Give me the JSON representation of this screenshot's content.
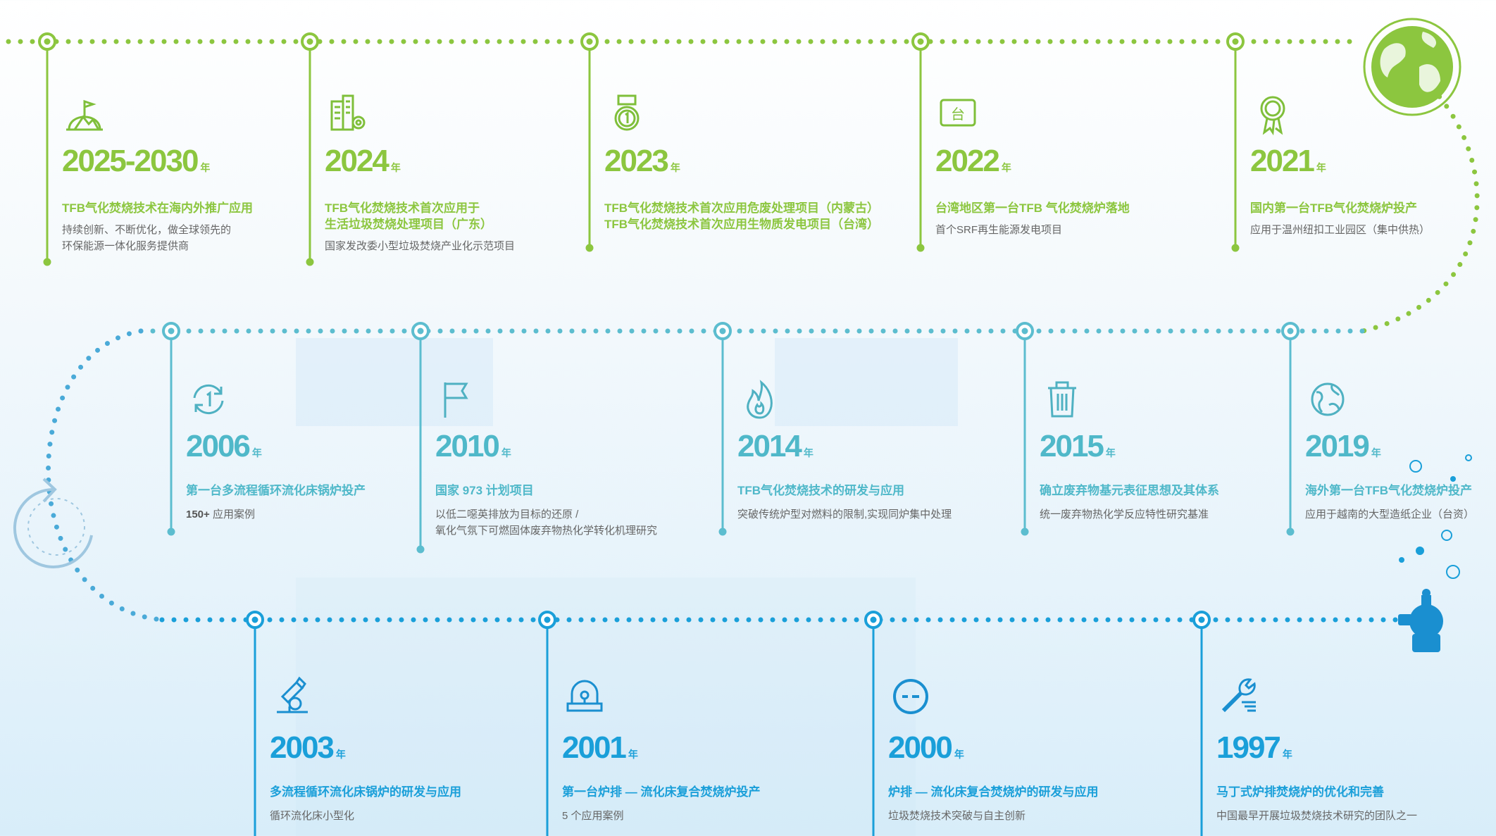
{
  "colors": {
    "green": "#8cc63f",
    "teal": "#4fb8c9",
    "blue": "#1a9fd9"
  },
  "row1": [
    {
      "year": "2025-2030",
      "unit": "年",
      "title": "TFB气化焚烧技术在海内外推广应用",
      "desc": "持续创新、不断优化，做全球领先的\n环保能源一体化服务提供商",
      "icon": "mountain-flag-icon"
    },
    {
      "year": "2024",
      "unit": "年",
      "title": "TFB气化焚烧技术首次应用于\n生活垃圾焚烧处理项目（广东）",
      "desc": "国家发改委小型垃圾焚烧产业化示范项目",
      "icon": "factory-gear-icon"
    },
    {
      "year": "2023",
      "unit": "年",
      "title": "TFB气化焚烧技术首次应用危废处理项目（内蒙古）\nTFB气化焚烧技术首次应用生物质发电项目（台湾）",
      "desc": "",
      "icon": "medal-icon"
    },
    {
      "year": "2022",
      "unit": "年",
      "title": "台湾地区第一台TFB 气化焚烧炉落地",
      "desc": "首个SRF再生能源发电项目",
      "icon": "taiwan-sign-icon"
    },
    {
      "year": "2021",
      "unit": "年",
      "title": "国内第一台TFB气化焚烧炉投产",
      "desc": "应用于温州纽扣工业园区（集中供热）",
      "icon": "award-ribbon-icon"
    }
  ],
  "row2": [
    {
      "year": "2006",
      "unit": "年",
      "title": "第一台多流程循环流化床锅炉投产",
      "desc_bold": "150+",
      "desc": " 应用案例",
      "icon": "cycle-one-icon"
    },
    {
      "year": "2010",
      "unit": "年",
      "title": "国家 973 计划项目",
      "desc": "以低二噁英排放为目标的还原 /\n氧化气氛下可燃固体废弃物热化学转化机理研究",
      "icon": "flag-icon"
    },
    {
      "year": "2014",
      "unit": "年",
      "title": "TFB气化焚烧技术的研发与应用",
      "desc": "突破传统炉型对燃料的限制,实现同炉集中处理",
      "icon": "flame-icon"
    },
    {
      "year": "2015",
      "unit": "年",
      "title": "确立废弃物基元表征思想及其体系",
      "desc": "统一废弃物热化学反应特性研究基准",
      "icon": "trash-bin-icon"
    },
    {
      "year": "2019",
      "unit": "年",
      "title": "海外第一台TFB气化焚烧炉投产",
      "desc": "应用于越南的大型造纸企业（台资）",
      "icon": "globe-icon"
    }
  ],
  "row3": [
    {
      "year": "2003",
      "unit": "年",
      "title": "多流程循环流化床锅炉的研发与应用",
      "desc": "循环流化床小型化",
      "icon": "microscope-icon"
    },
    {
      "year": "2001",
      "unit": "年",
      "title": "第一台炉排 — 流化床复合焚烧炉投产",
      "desc": "5 个应用案例",
      "icon": "alarm-light-icon"
    },
    {
      "year": "2000",
      "unit": "年",
      "title": "炉排 — 流化床复合焚烧炉的研发与应用",
      "desc": "垃圾焚烧技术突破与自主创新",
      "icon": "minus-circle-icon"
    },
    {
      "year": "1997",
      "unit": "年",
      "title": "马丁式炉排焚烧炉的优化和完善",
      "desc": "中国最早开展垃圾焚烧技术研究的团队之一",
      "icon": "wrench-tools-icon"
    }
  ]
}
